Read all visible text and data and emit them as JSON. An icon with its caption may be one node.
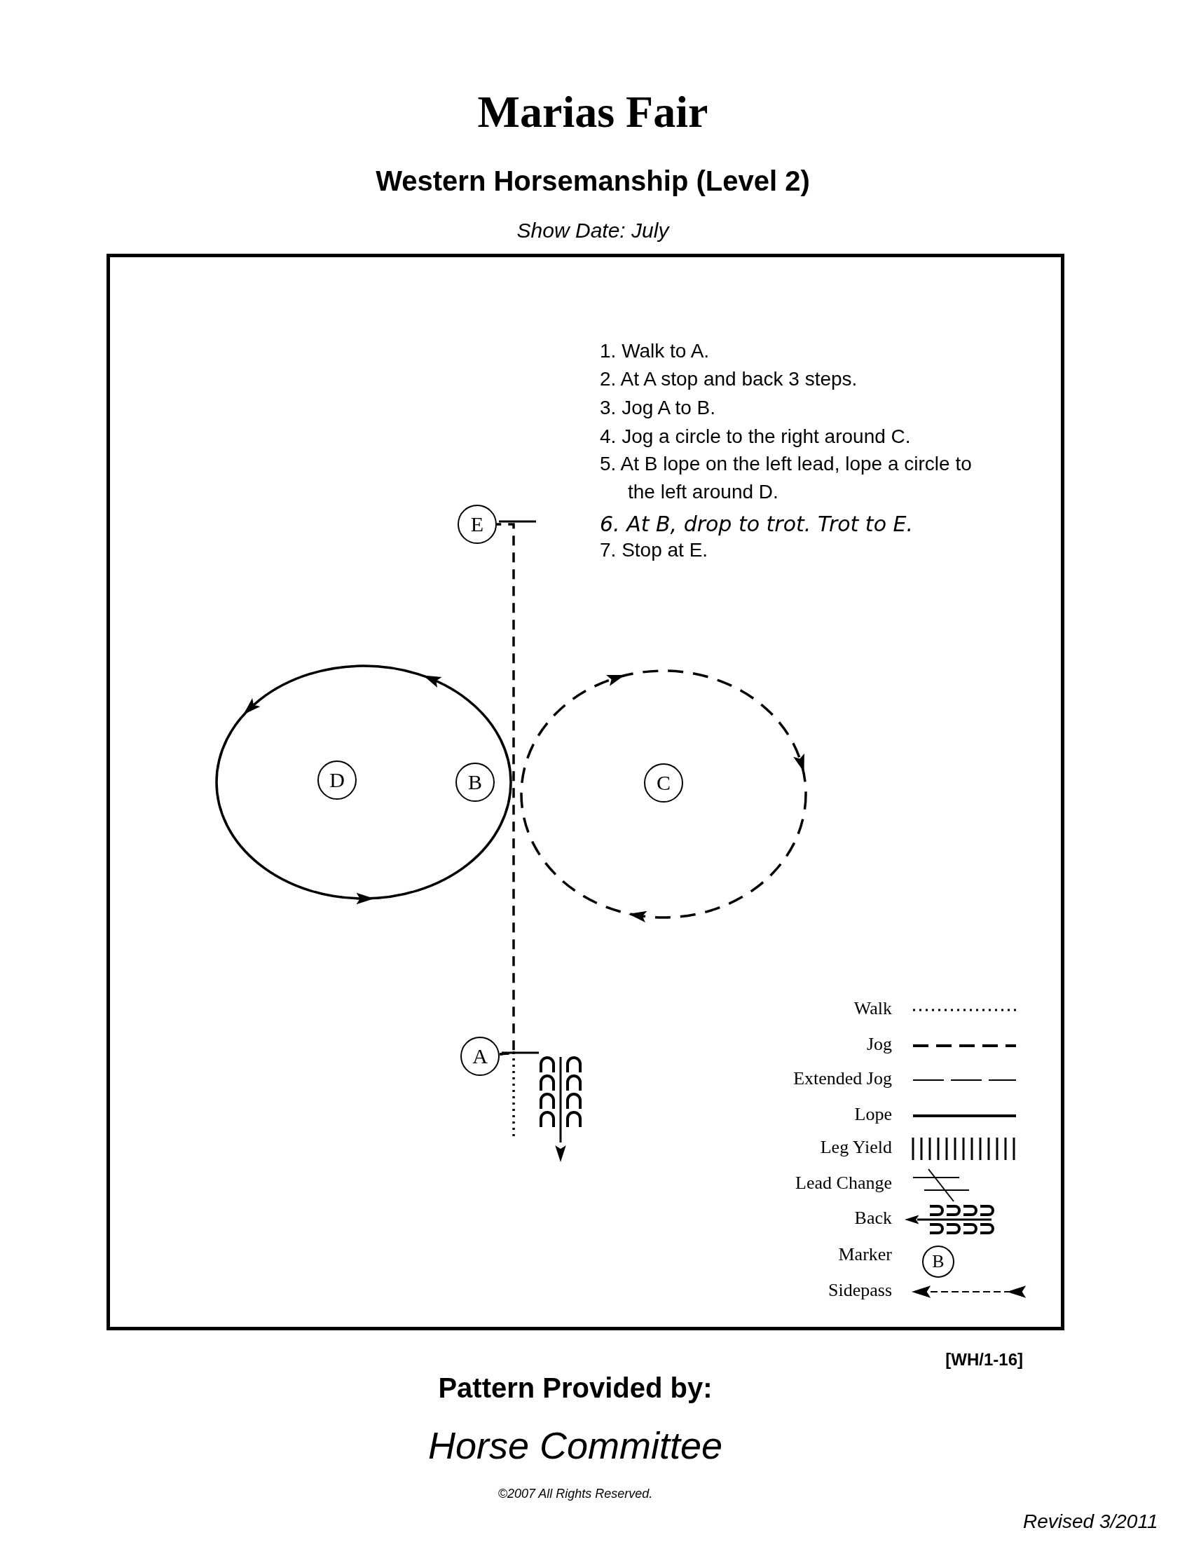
{
  "diagram": {
    "title": "Marias Fair",
    "nodes": [
      {
        "text": [
          "E"
        ]
      },
      {
        "text": [
          "D"
        ]
      },
      {
        "text": [
          "B"
        ]
      },
      {
        "text": [
          "C"
        ]
      },
      {
        "text": [
          "A"
        ]
      },
      {
        "text": [
          "B"
        ]
      }
    ],
    "edges": [
      {
        "from": null,
        "to": 4,
        "arrow": "none",
        "style": "dashed"
      },
      {
        "from": 4,
        "to": 0,
        "arrow": "none",
        "style": "dashed"
      }
    ],
    "labels": [
      "Western Horsemanship (Level 2)",
      "Show Date: July",
      "1. Walk to A.",
      "2. At A stop and back 3 steps.",
      "3. Jog A to B.",
      "4. Jog a circle to the right around C.",
      "5. At B lope on the left lead, lope a circle to the left around D.",
      "6. At B, drop to trot. Trot to E.",
      "7. Stop at E.",
      "[WH/1-16]",
      "Pattern Provided by:",
      "Horse Committee",
      "©2007 All Rights Reserved.",
      "Revised 3/2011"
    ],
    "legend": [
      {
        "text": "Walk"
      },
      {
        "text": "Jog"
      },
      {
        "text": "Extended Jog"
      },
      {
        "text": "Lope"
      },
      {
        "text": "Leg Yield"
      },
      {
        "text": "Lead Change"
      },
      {
        "text": "Back"
      },
      {
        "text": "Marker"
      },
      {
        "text": "Sidepass"
      }
    ]
  }
}
